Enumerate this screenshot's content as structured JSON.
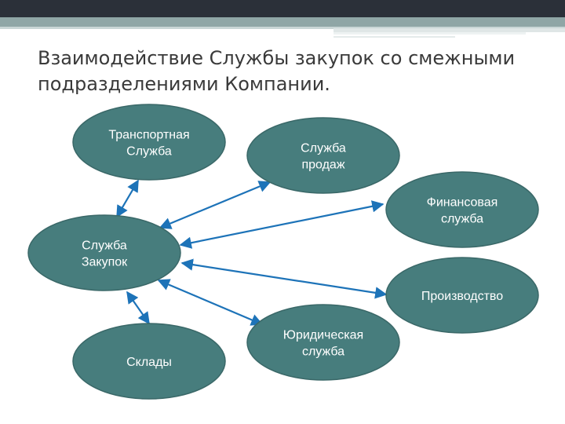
{
  "title": "Взаимодействие Службы закупок со смежными подразделениями Компании.",
  "colors": {
    "node_fill": "#477d7d",
    "node_stroke": "#3a6868",
    "arrow": "#1d73b8",
    "header_bar": "#2b3039",
    "accent_strip": "#8fa6a6"
  },
  "nodes": [
    {
      "id": "transport",
      "label": [
        "Транспортная",
        "Служба"
      ]
    },
    {
      "id": "sales",
      "label": [
        "Служба",
        "продаж"
      ]
    },
    {
      "id": "finance",
      "label": [
        "Финансовая",
        "служба"
      ]
    },
    {
      "id": "purchasing",
      "label": [
        "Служба",
        "Закупок"
      ]
    },
    {
      "id": "production",
      "label": [
        "Производство"
      ]
    },
    {
      "id": "legal",
      "label": [
        "Юридическая",
        "служба"
      ]
    },
    {
      "id": "warehouses",
      "label": [
        "Склады"
      ]
    }
  ],
  "connections": [
    {
      "from": "purchasing",
      "to": "transport",
      "bidirectional": true
    },
    {
      "from": "purchasing",
      "to": "sales",
      "bidirectional": true
    },
    {
      "from": "purchasing",
      "to": "finance",
      "bidirectional": true
    },
    {
      "from": "purchasing",
      "to": "production",
      "bidirectional": true
    },
    {
      "from": "purchasing",
      "to": "legal",
      "bidirectional": true
    },
    {
      "from": "purchasing",
      "to": "warehouses",
      "bidirectional": true
    }
  ]
}
